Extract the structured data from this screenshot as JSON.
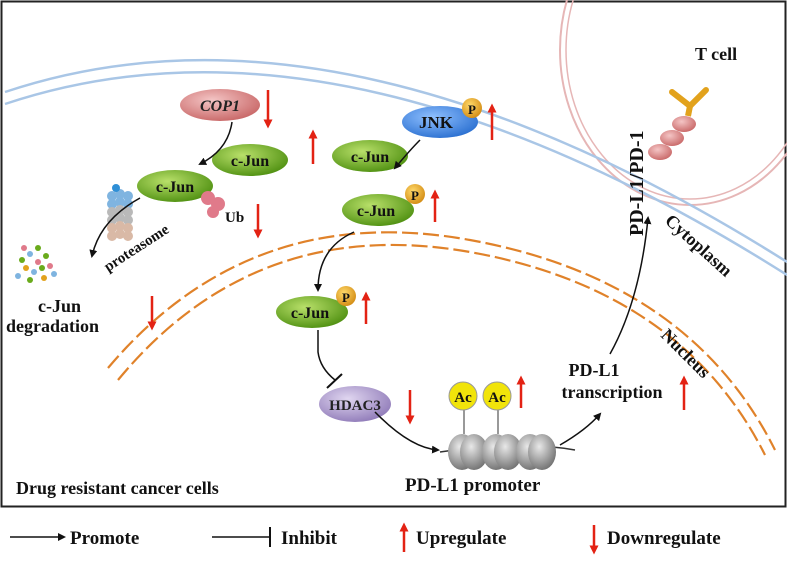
{
  "labels": {
    "cop1": "COP1",
    "jnk": "JNK",
    "phospho": "P",
    "cjun": "c-Jun",
    "proteasome": "proteasome",
    "ub": "Ub",
    "degradation_line1": "c-Jun",
    "degradation_line2": "degradation",
    "hdac3": "HDAC3",
    "ac": "Ac",
    "pdl1_promoter": "PD-L1 promoter",
    "pdl1_transcription_line1": "PD-L1",
    "pdl1_transcription_line2": "transcription",
    "pdl1_pd1": "PD-L1/PD-1",
    "t_cell": "T cell",
    "cytoplasm": "Cytoplasm",
    "nucleus": "Nucleus",
    "cell_type": "Drug resistant cancer cells"
  },
  "legend": {
    "promote": "Promote",
    "inhibit": "Inhibit",
    "upregulate": "Upregulate",
    "downregulate": "Downregulate"
  },
  "colors": {
    "membrane": "#a9c6e6",
    "nucleus_membrane": "#e0822a",
    "tcell": "#e6b6b6",
    "cjun": "#6aab1c",
    "jnk": "#3a82e0",
    "cop1": "#d47a7a",
    "hdac3": "#9a86c0",
    "phospho": "#e2a21c",
    "ac": "#f1e40a",
    "red_arrow": "#e32214",
    "text": "#111111"
  }
}
